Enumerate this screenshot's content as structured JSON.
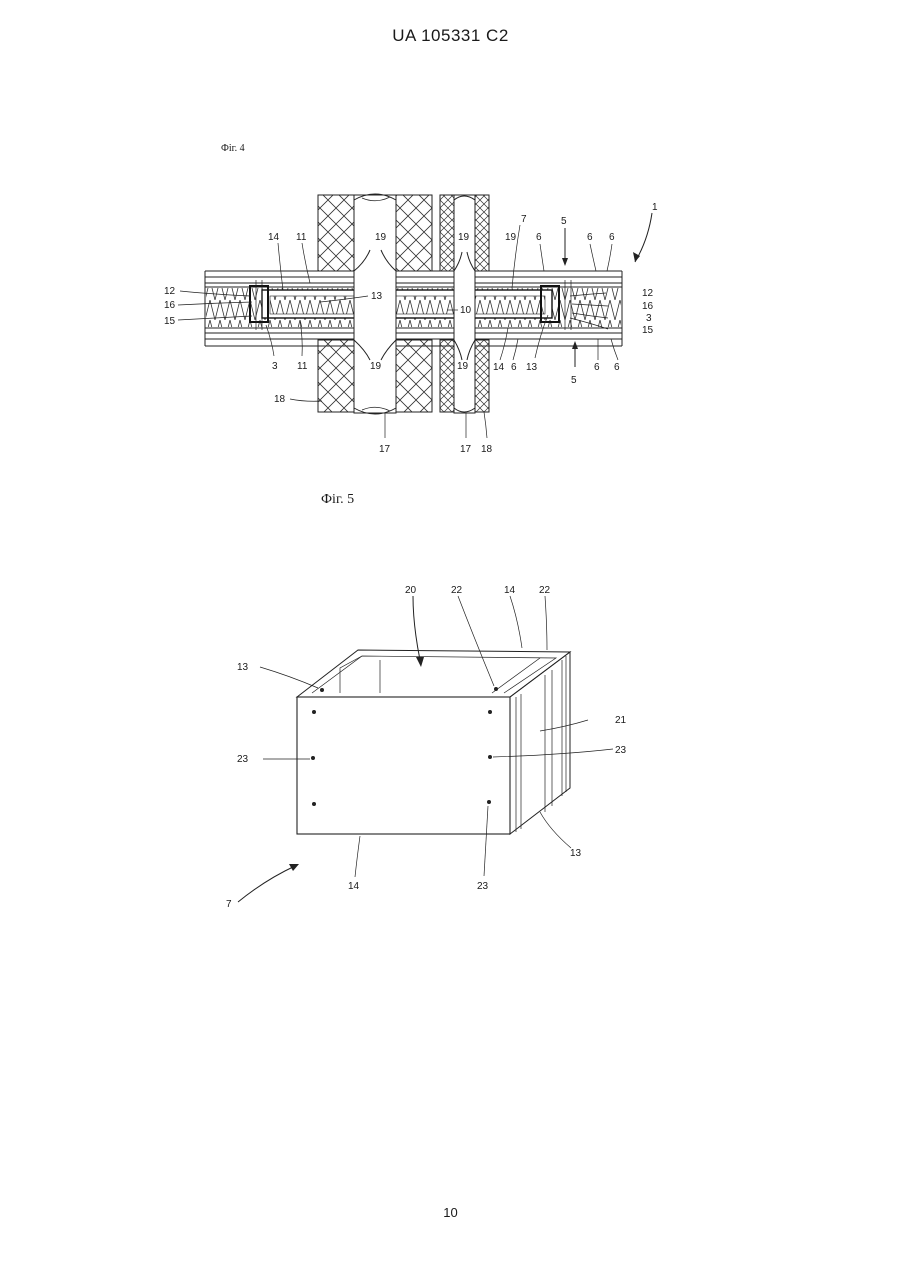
{
  "header": {
    "doc_id": "UA   105331   C2"
  },
  "figure4": {
    "caption": "Фіг. 4",
    "labels": [
      "1",
      "5",
      "7",
      "6",
      "6",
      "6",
      "19",
      "19",
      "19",
      "14",
      "11",
      "12",
      "16",
      "15",
      "13",
      "10",
      "12",
      "16",
      "3",
      "15",
      "3",
      "11",
      "19",
      "19",
      "14",
      "6",
      "13",
      "5",
      "6",
      "6",
      "18",
      "17",
      "17",
      "18"
    ]
  },
  "figure5": {
    "caption": "Фіг. 5",
    "labels": [
      "20",
      "22",
      "14",
      "22",
      "13",
      "21",
      "23",
      "23",
      "13",
      "14",
      "23",
      "7"
    ]
  },
  "footer": {
    "page_number": "10"
  }
}
